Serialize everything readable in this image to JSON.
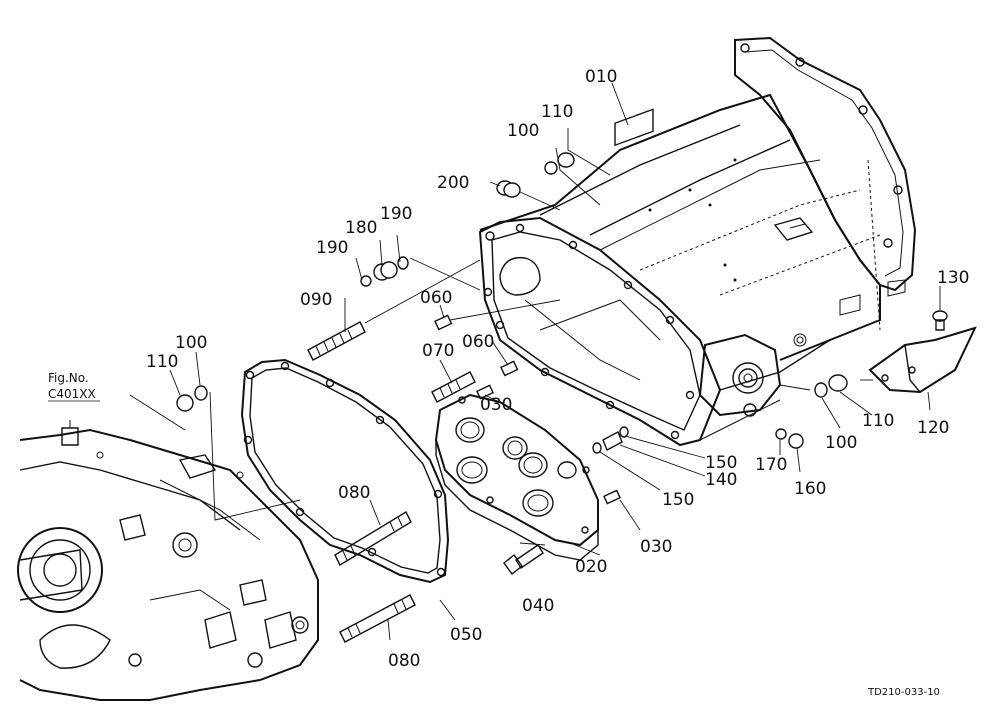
{
  "figure": {
    "reference_line1": "Fig.No.",
    "reference_line2": "C401XX",
    "drawing_code": "TD210-033-10"
  },
  "parts": [
    {
      "id": "p010",
      "number": "010"
    },
    {
      "id": "p020",
      "number": "020"
    },
    {
      "id": "p030a",
      "number": "030"
    },
    {
      "id": "p030b",
      "number": "030"
    },
    {
      "id": "p040",
      "number": "040"
    },
    {
      "id": "p050",
      "number": "050"
    },
    {
      "id": "p060a",
      "number": "060"
    },
    {
      "id": "p060b",
      "number": "060"
    },
    {
      "id": "p070",
      "number": "070"
    },
    {
      "id": "p080a",
      "number": "080"
    },
    {
      "id": "p080b",
      "number": "080"
    },
    {
      "id": "p090",
      "number": "090"
    },
    {
      "id": "p100a",
      "number": "100"
    },
    {
      "id": "p100b",
      "number": "100"
    },
    {
      "id": "p100c",
      "number": "100"
    },
    {
      "id": "p110a",
      "number": "110"
    },
    {
      "id": "p110b",
      "number": "110"
    },
    {
      "id": "p110c",
      "number": "110"
    },
    {
      "id": "p120",
      "number": "120"
    },
    {
      "id": "p130",
      "number": "130"
    },
    {
      "id": "p140",
      "number": "140"
    },
    {
      "id": "p150a",
      "number": "150"
    },
    {
      "id": "p150b",
      "number": "150"
    },
    {
      "id": "p160",
      "number": "160"
    },
    {
      "id": "p170",
      "number": "170"
    },
    {
      "id": "p180",
      "number": "180"
    },
    {
      "id": "p190a",
      "number": "190"
    },
    {
      "id": "p190b",
      "number": "190"
    },
    {
      "id": "p200",
      "number": "200"
    }
  ]
}
